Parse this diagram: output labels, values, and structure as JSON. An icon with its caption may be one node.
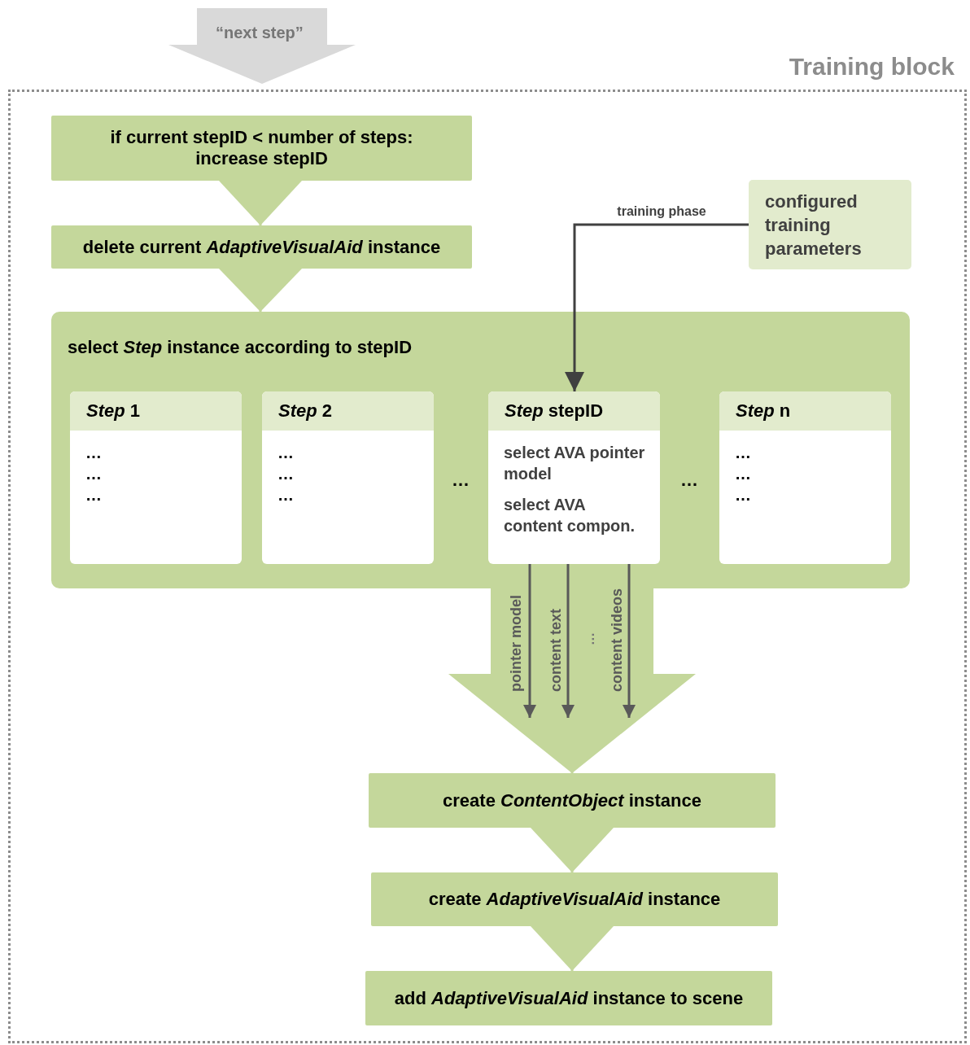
{
  "diagram": {
    "nodes": [
      {
        "text": [
          "Training block"
        ]
      },
      {
        "text": [
          "“next step”"
        ]
      },
      {
        "text": [
          "if current stepID < number of steps: increase stepID"
        ],
        "in": 0
      },
      {
        "text": [
          "delete current *AdaptiveVisualAid* instance"
        ],
        "in": 0
      },
      {
        "text": [
          "select *Step* instance according to stepID"
        ],
        "in": 0
      },
      {
        "text": [
          "*Step* 1",
          "…",
          "…",
          "…"
        ],
        "in": 4
      },
      {
        "text": [
          "*Step* 2",
          "…",
          "…",
          "…"
        ],
        "in": 4
      },
      {
        "text": [
          "*Step* stepID",
          "select AVA pointer model",
          "select AVA content compon."
        ],
        "in": 4
      },
      {
        "text": [
          "*Step* n",
          "…",
          "…",
          "…"
        ],
        "in": 4
      },
      {
        "text": [
          "configured training parameters"
        ],
        "in": 0
      },
      {
        "text": [
          "create *ContentObject* instance"
        ],
        "in": 0
      },
      {
        "text": [
          "create *AdaptiveVisualAid* instance"
        ],
        "in": 0
      },
      {
        "text": [
          "add *AdaptiveVisualAid* instance to scene"
        ],
        "in": 0
      }
    ],
    "edges": [
      {
        "from": 2,
        "to": 3,
        "arrow": "to",
        "color": "#c4d79b"
      },
      {
        "from": 3,
        "to": 4,
        "arrow": "to",
        "color": "#c4d79b"
      },
      {
        "from": 9,
        "to": 7,
        "arrow": "to",
        "label": "training phase",
        "color": "#404040"
      },
      {
        "from": 4,
        "to": 10,
        "arrow": "to",
        "color": "#c4d79b"
      },
      {
        "from": 7,
        "to": null,
        "arrow": "to",
        "label": "pointer model",
        "color": "#595959"
      },
      {
        "from": 7,
        "to": null,
        "arrow": "to",
        "label": "content text",
        "color": "#595959"
      },
      {
        "from": 7,
        "to": null,
        "arrow": "to",
        "label": "content videos",
        "color": "#595959"
      },
      {
        "from": 10,
        "to": 11,
        "arrow": "to",
        "color": "#c4d79b"
      },
      {
        "from": 11,
        "to": 12,
        "arrow": "to",
        "color": "#c4d79b"
      }
    ],
    "labels": [
      "…",
      "…",
      "…"
    ]
  }
}
